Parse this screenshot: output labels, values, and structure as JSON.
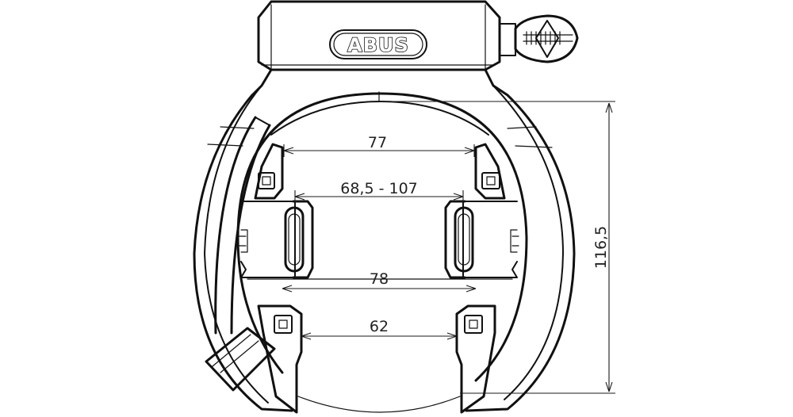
{
  "brand": {
    "name": "ABUS"
  },
  "dimensions": {
    "top_width": "77",
    "adjust_range": "68,5 - 107",
    "mid_width": "78",
    "bottom_width": "62",
    "height": "116,5"
  },
  "colors": {
    "line": "#111111",
    "background": "#ffffff"
  }
}
